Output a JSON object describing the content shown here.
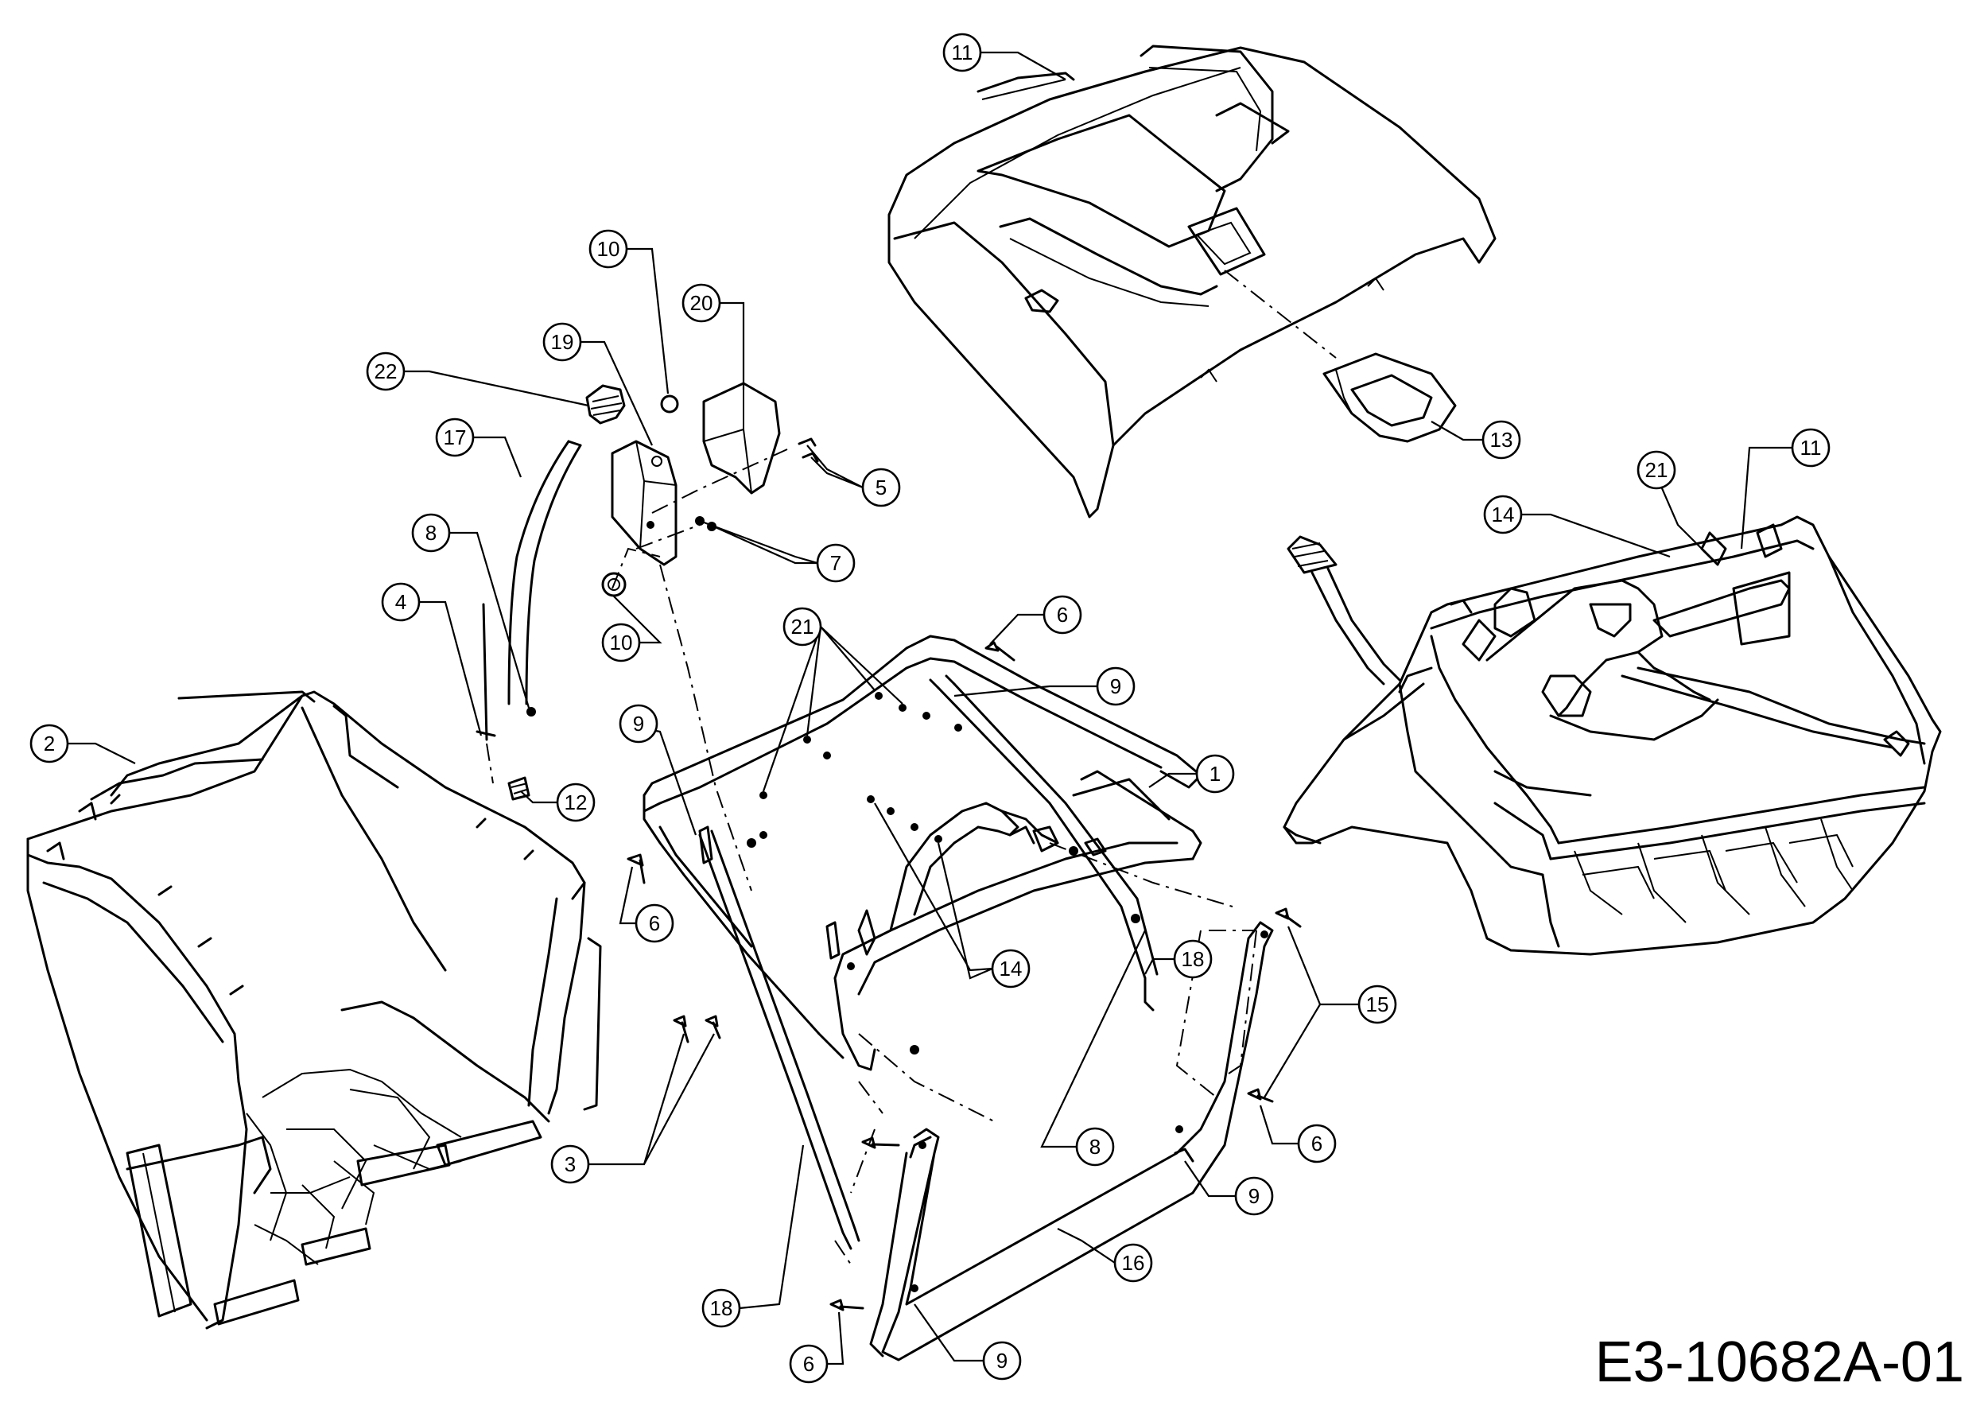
{
  "drawing_code": "E3-10682A-01",
  "callouts": [
    {
      "label": "11",
      "part": "top-cover"
    },
    {
      "label": "13",
      "part": "cover-insert"
    },
    {
      "label": "10",
      "part": "clip-upper"
    },
    {
      "label": "20",
      "part": "chute-flap"
    },
    {
      "label": "19",
      "part": "bracket"
    },
    {
      "label": "22",
      "part": "knob"
    },
    {
      "label": "17",
      "part": "curved-tube"
    },
    {
      "label": "5",
      "part": "screws"
    },
    {
      "label": "8",
      "part": "pin-upper"
    },
    {
      "label": "7",
      "part": "nuts"
    },
    {
      "label": "4",
      "part": "pin-left"
    },
    {
      "label": "10",
      "part": "clip-lower"
    },
    {
      "label": "21",
      "part": "rivets-frame"
    },
    {
      "label": "6",
      "part": "bolt-top"
    },
    {
      "label": "9",
      "part": "clip-frame-top"
    },
    {
      "label": "9",
      "part": "clip-frame-left"
    },
    {
      "label": "2",
      "part": "grass-bag"
    },
    {
      "label": "12",
      "part": "spring"
    },
    {
      "label": "1",
      "part": "main-frame"
    },
    {
      "label": "6",
      "part": "bolt-left"
    },
    {
      "label": "14",
      "part": "rivets-frame-lower"
    },
    {
      "label": "18",
      "part": "rod-right"
    },
    {
      "label": "15",
      "part": "screws-right"
    },
    {
      "label": "3",
      "part": "bolts-lower-left"
    },
    {
      "label": "8",
      "part": "pin-lower"
    },
    {
      "label": "6",
      "part": "bolt-right"
    },
    {
      "label": "9",
      "part": "clip-lower-right"
    },
    {
      "label": "16",
      "part": "handle-frame"
    },
    {
      "label": "18",
      "part": "rod-left"
    },
    {
      "label": "6",
      "part": "bolt-bottom"
    },
    {
      "label": "9",
      "part": "clip-bottom"
    },
    {
      "label": "21",
      "part": "rivets-assembly"
    },
    {
      "label": "11",
      "part": "cover-assembled"
    },
    {
      "label": "14",
      "part": "rivets-assembly-top"
    }
  ]
}
